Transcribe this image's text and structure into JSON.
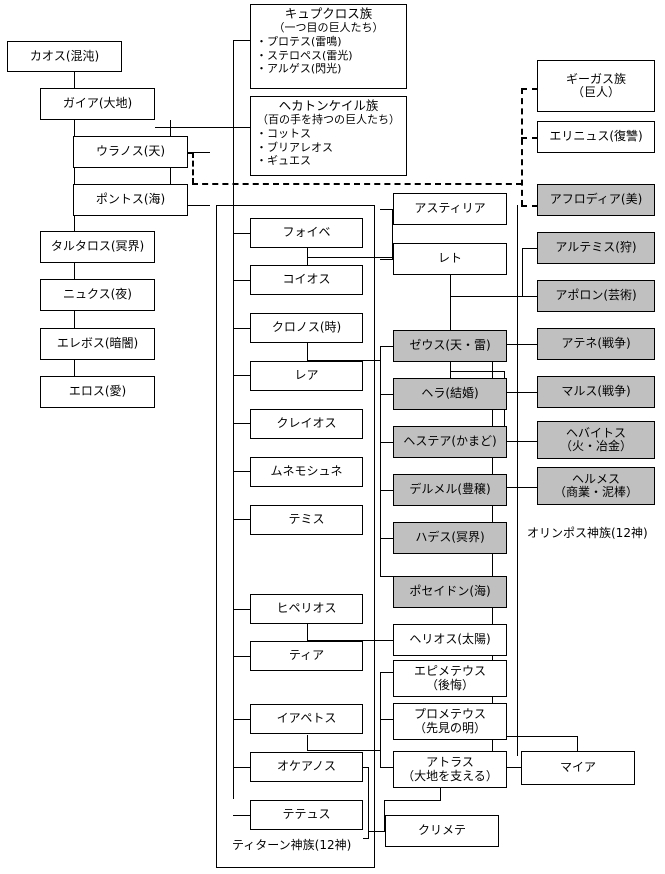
{
  "diagram": {
    "title": "Greek Mythology Family Tree",
    "captions": {
      "titans": "ティターン神族(12神)",
      "olympians": "オリンポス神族(12神)"
    },
    "colors": {
      "deity_fill": "#c0c0c0",
      "box_fill": "#ffffff",
      "stroke": "#000000"
    }
  },
  "primordials": {
    "chaos": "カオス(混沌)",
    "gaia": "ガイア(大地)",
    "uranos": "ウラノス(天)",
    "pontos": "ポントス(海)",
    "tartaros": "タルタロス(冥界)",
    "nyx": "ニュクス(夜)",
    "erebos": "エレボス(暗闇)",
    "eros": "エロス(愛)"
  },
  "giants": {
    "cyclops": {
      "name": "キュプクロス族",
      "desc": "（一つ目の巨人たち）",
      "members": [
        "・プロテス(雷鳴)",
        "・ステロペス(雷光)",
        "・アルゲス(閃光)"
      ]
    },
    "hekatoncheires": {
      "name": "ヘカトンケイル族",
      "desc": "（百の手を持つの巨人たち）",
      "members": [
        "・コットス",
        "・ブリアレオス",
        "・ギュエス"
      ]
    },
    "gigas": {
      "name": "ギーガス族",
      "desc": "（巨人）"
    },
    "erinyes": "エリニュス(復讐)"
  },
  "titans": [
    "フォイベ",
    "コイオス",
    "クロノス(時)",
    "レア",
    "クレイオス",
    "ムネモシュネ",
    "テミス",
    "ヒペリオス",
    "ティア",
    "イアペトス",
    "オケアノス",
    "テテュス"
  ],
  "middle_column": [
    "アスティリア",
    "レト",
    "ゼウス(天・雷)",
    "ヘラ(結婚)",
    "ヘステア(かまど)",
    "デルメル(豊穣)",
    "ハデス(冥界)",
    "ポセイドン(海)",
    "ヘリオス(太陽)",
    "エピメテウス",
    "プロメテウス",
    "アトラス",
    "クリメテ"
  ],
  "middle_sub": {
    "epimetheus": "（後悔）",
    "prometheus": "（先見の明）",
    "atlas": "（大地を支える）"
  },
  "olympians_right": [
    "アフロディア(美)",
    "アルテミス(狩)",
    "アポロン(芸術)",
    "アテネ(戦争)",
    "マルス(戦争)"
  ],
  "olympians_two_line": {
    "hephaistos_1": "ヘバイトス",
    "hephaistos_2": "（火・冶金）",
    "hermes_1": "ヘルメス",
    "hermes_2": "（商業・泥棒）"
  },
  "extra": {
    "maia": "マイア"
  }
}
